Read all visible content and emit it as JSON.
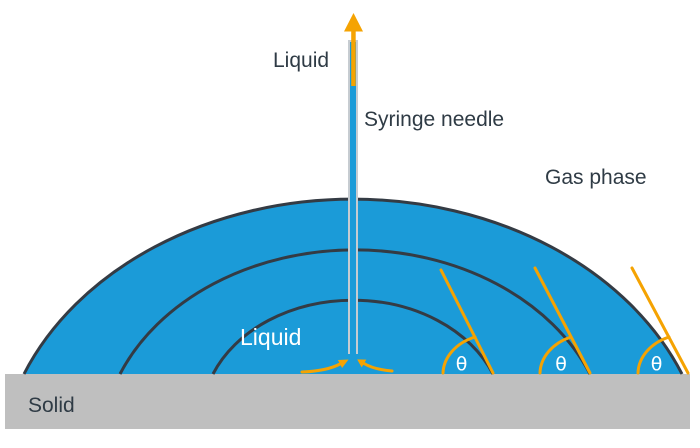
{
  "diagram": {
    "labels": {
      "liquid_top": "Liquid",
      "syringe_needle": "Syringe needle",
      "gas_phase": "Gas phase",
      "liquid_inner": "Liquid",
      "solid": "Solid"
    },
    "theta_symbols": [
      "θ",
      "θ",
      "θ"
    ],
    "icons": {
      "up_arrow": "dispense-direction-up",
      "inward_arrows": "liquid-flow-toward-needle"
    },
    "colors": {
      "droplet_blue": "#1B9BD8",
      "outline_dark": "#343B44",
      "accent_orange": "#F5A302",
      "substrate_gray": "#BFBFBF",
      "needle_wall_gray": "#C7CCD1",
      "text_dark": "#2F3B45",
      "text_white": "#FFFFFF"
    }
  }
}
